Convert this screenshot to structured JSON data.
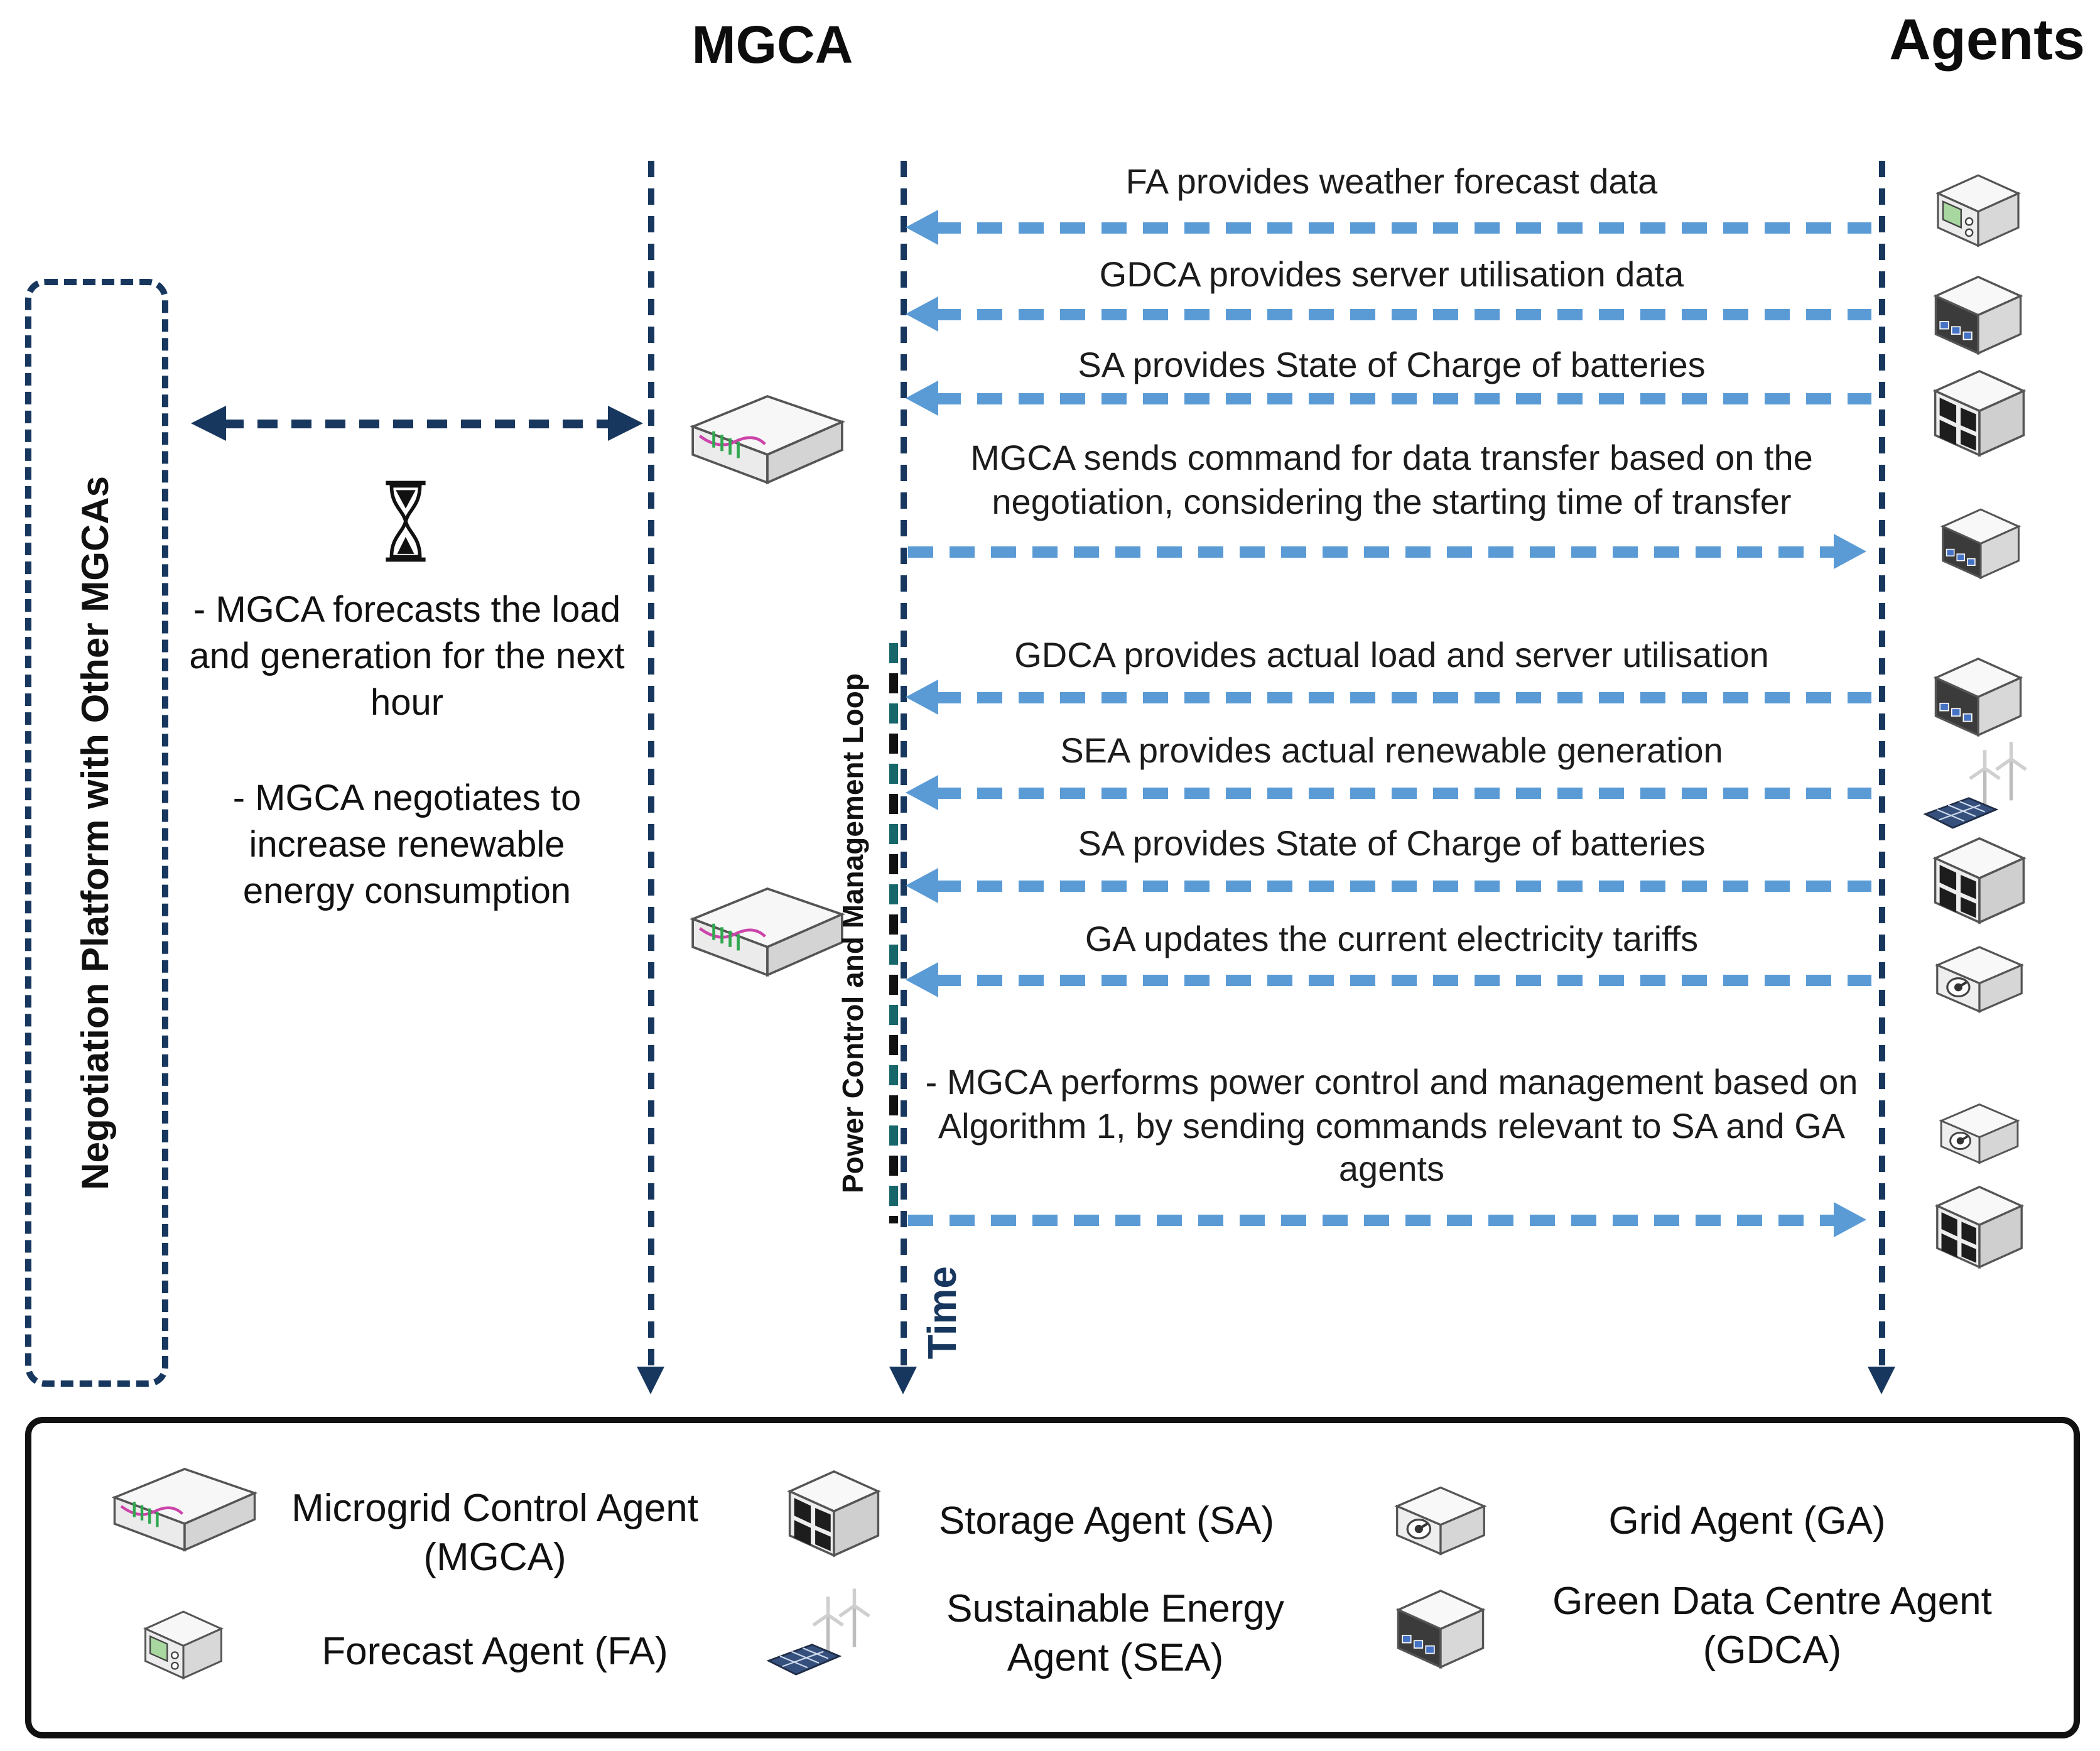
{
  "header": {
    "mgca": "MGCA",
    "agents": "Agents"
  },
  "left_panel": {
    "label": "Negotiation Platform with Other MGCAs"
  },
  "notes": {
    "forecast_note": "- MGCA forecasts the load and generation for the next hour",
    "negotiation_note": "- MGCA negotiates to increase renewable energy consumption"
  },
  "loop": {
    "label": "Power Control and Management Loop",
    "time_label": "Time"
  },
  "messages": [
    {
      "text": "FA provides weather forecast data",
      "direction": "to-mgca",
      "icon": "forecast-device"
    },
    {
      "text": "GDCA provides server utilisation data",
      "direction": "to-mgca",
      "icon": "data-centre-server"
    },
    {
      "text": "SA provides State of Charge of batteries",
      "direction": "to-mgca",
      "icon": "storage-cabinet"
    },
    {
      "text": "MGCA sends command for data transfer based on the negotiation, considering the starting time of transfer",
      "direction": "to-agents",
      "icon": "data-centre-server"
    },
    {
      "text": "GDCA provides actual load and server utilisation",
      "direction": "to-mgca",
      "icon": "data-centre-server"
    },
    {
      "text": "SEA provides actual renewable generation",
      "direction": "to-mgca",
      "icon": "renewables"
    },
    {
      "text": "SA provides State of Charge of batteries",
      "direction": "to-mgca",
      "icon": "storage-cabinet"
    },
    {
      "text": "GA updates the current electricity tariffs",
      "direction": "to-mgca",
      "icon": "grid-meter"
    },
    {
      "text": "- MGCA performs power control and management based on Algorithm 1, by sending commands relevant to SA and GA agents",
      "direction": "to-agents",
      "icon": "grid-meter-and-storage"
    }
  ],
  "legend": {
    "items": [
      {
        "icon": "router",
        "label": "Microgrid Control Agent (MGCA)"
      },
      {
        "icon": "forecast-device",
        "label": "Forecast Agent (FA)"
      },
      {
        "icon": "storage-cabinet",
        "label": "Storage Agent (SA)"
      },
      {
        "icon": "renewables",
        "label": "Sustainable Energy Agent (SEA)"
      },
      {
        "icon": "grid-meter",
        "label": "Grid Agent (GA)"
      },
      {
        "icon": "data-centre-server",
        "label": "Green Data Centre Agent (GDCA)"
      }
    ]
  },
  "colors": {
    "lifeline_navy": "#17375e",
    "message_blue": "#5b9bd5",
    "loop_teal": "#17666a"
  }
}
